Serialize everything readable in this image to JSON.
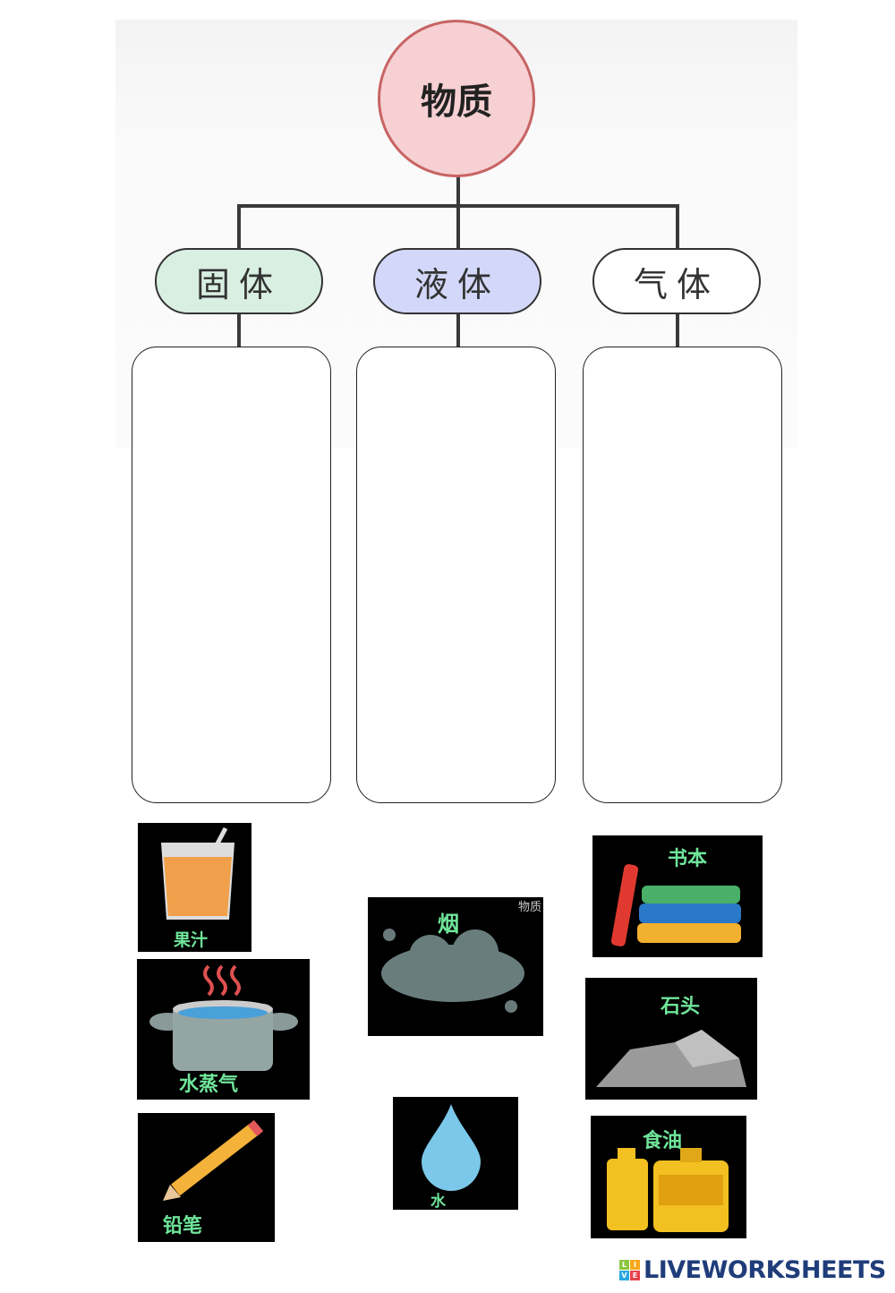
{
  "diagram": {
    "root": "物质",
    "categories": [
      "固体",
      "液体",
      "气体"
    ],
    "category_colors": [
      "#d8efe2",
      "#d3d8fb",
      "#ffffff"
    ]
  },
  "cards": {
    "juice": "果汁",
    "steam": "水蒸气",
    "pencil": "铅笔",
    "smoke": "烟",
    "smoke_corner": "物质",
    "water": "水",
    "books": "书本",
    "stone": "石头",
    "oil": "食油"
  },
  "footer": {
    "logo_letters": [
      "L",
      "I",
      "V",
      "E"
    ],
    "logo_text": "LIVEWORKSHEETS"
  }
}
